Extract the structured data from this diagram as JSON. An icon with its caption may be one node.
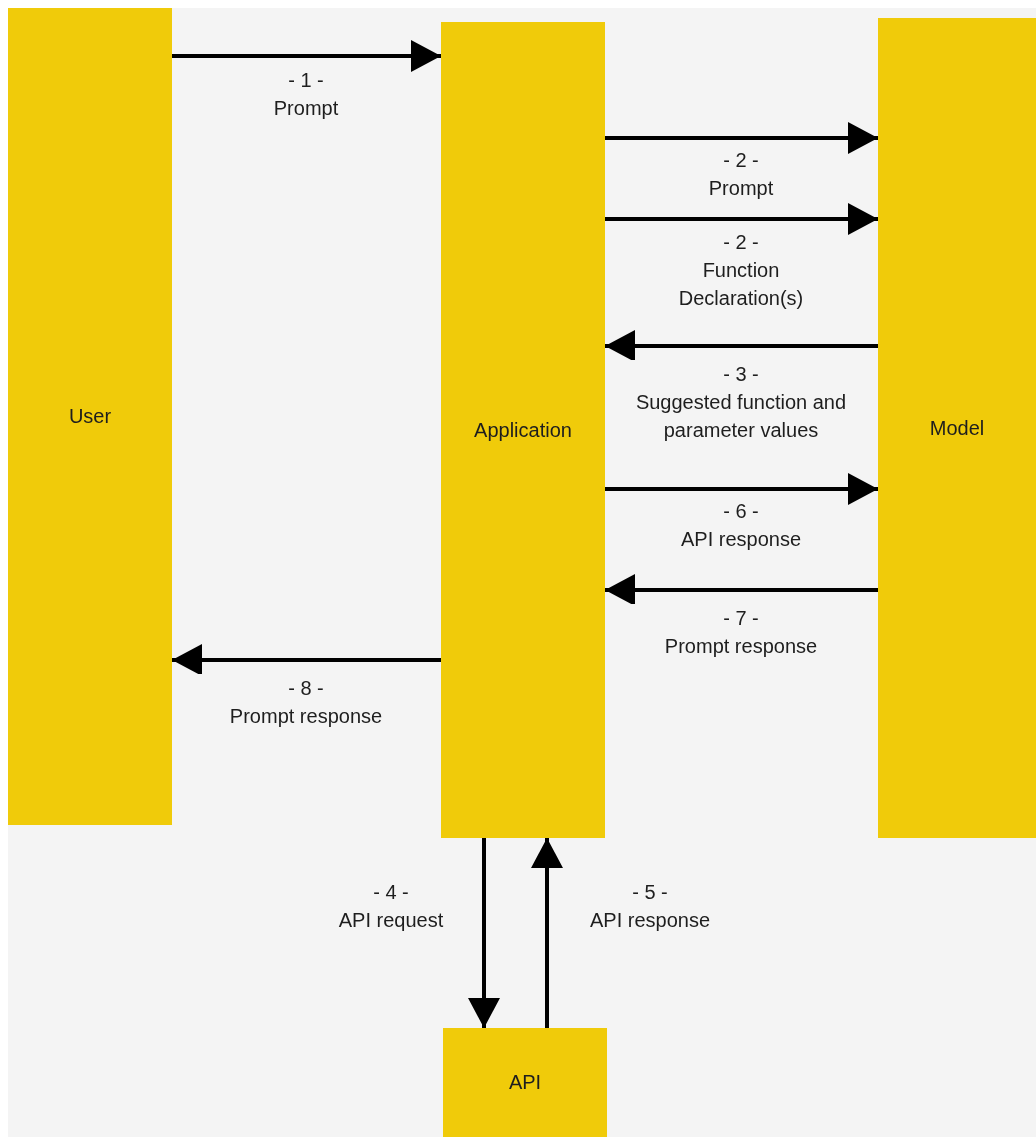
{
  "diagram": {
    "nodes": [
      {
        "text": [
          "User"
        ]
      },
      {
        "text": [
          "Application"
        ]
      },
      {
        "text": [
          "Model"
        ]
      },
      {
        "text": [
          "API"
        ]
      }
    ],
    "edges": [
      {
        "from": 0,
        "to": 1,
        "arrow": "to",
        "label": "- 1 - Prompt"
      },
      {
        "from": 1,
        "to": 2,
        "arrow": "to",
        "label": "- 2 - Prompt"
      },
      {
        "from": 1,
        "to": 2,
        "arrow": "to",
        "label": "- 2 - Function Declaration(s)"
      },
      {
        "from": 2,
        "to": 1,
        "arrow": "to",
        "label": "- 3 - Suggested function and parameter values"
      },
      {
        "from": 1,
        "to": 3,
        "arrow": "to",
        "label": "- 4 - API request"
      },
      {
        "from": 3,
        "to": 1,
        "arrow": "to",
        "label": "- 5 - API response"
      },
      {
        "from": 1,
        "to": 2,
        "arrow": "to",
        "label": "- 6 - API response"
      },
      {
        "from": 2,
        "to": 1,
        "arrow": "to",
        "label": "- 7 - Prompt response"
      },
      {
        "from": 1,
        "to": 0,
        "arrow": "to",
        "label": "- 8 - Prompt response"
      }
    ]
  }
}
